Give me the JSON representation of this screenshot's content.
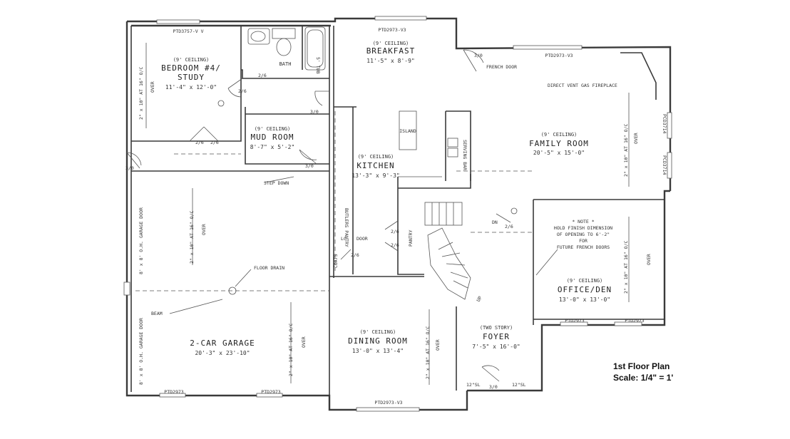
{
  "title": {
    "line1": "1st Floor Plan",
    "line2": "Scale:  1/4\" = 1'"
  },
  "rooms": {
    "bedroom": {
      "ceiling": "(9' CEILING)",
      "name1": "BEDROOM #4/",
      "name2": "STUDY",
      "dims": "11'-4\" x 12'-0\""
    },
    "bath": {
      "name": "BATH"
    },
    "mudroom": {
      "ceiling": "(9' CEILING)",
      "name": "MUD ROOM",
      "dims": "8'-7\" x 5'-2\""
    },
    "breakfast": {
      "ceiling": "(9' CEILING)",
      "name": "BREAKFAST",
      "dims": "11'-5\" x 8'-9\""
    },
    "kitchen": {
      "ceiling": "(9' CEILING)",
      "name": "KITCHEN",
      "dims": "13'-3\" x 9'-3\""
    },
    "family": {
      "ceiling": "(9' CEILING)",
      "name": "FAMILY ROOM",
      "dims": "20'-5\" x 15'-0\""
    },
    "garage": {
      "name": "2-CAR GARAGE",
      "dims": "20'-3\" x 23'-10\""
    },
    "dining": {
      "ceiling": "(9' CEILING)",
      "name": "DINING ROOM",
      "dims": "13'-0\" x 13'-4\""
    },
    "foyer": {
      "ceiling": "(TWO STORY)",
      "name": "FOYER",
      "dims": "7'-5\" x 16'-0\""
    },
    "office": {
      "ceiling": "(9' CEILING)",
      "name": "OFFICE/DEN",
      "dims": "13'-0\" x 13'-0\""
    }
  },
  "labels": {
    "ptd3757": "PTD3757-V V",
    "ptd2973v3": "PTD2973-V3",
    "ptd2973": "PTD2973",
    "pcd3714": "PCD3714",
    "door_3_0": "3/0",
    "door_2_6": "2/6",
    "french_door": "FRENCH DOOR",
    "fireplace": "DIRECT VENT GAS FIREPLACE",
    "island": "ISLAND",
    "serving_bar": "SERVING BAR",
    "butlers_pantry": "BUTLERS PANTRY",
    "pantry": "PANTRY",
    "lc": "LC",
    "door": "DOOR",
    "coats": "COATS",
    "step_down": "STEP DOWN",
    "floor_drain": "FLOOR DRAIN",
    "beam": "BEAM",
    "garage_door": "8' x 8' O.H. GARAGE DOOR",
    "joists": "2\" x 10\" AT 16\" O/C",
    "over": "OVER",
    "dn": "DN",
    "up": "UP",
    "tub": "5' TUB",
    "sl": "12\"SL",
    "note_title": "* NOTE *",
    "note1": "HOLD FINISH DIMENSION",
    "note2": "OF OPENING TO 6'-2\"",
    "note3": "FOR",
    "note4": "FUTURE FRENCH DOORS"
  }
}
